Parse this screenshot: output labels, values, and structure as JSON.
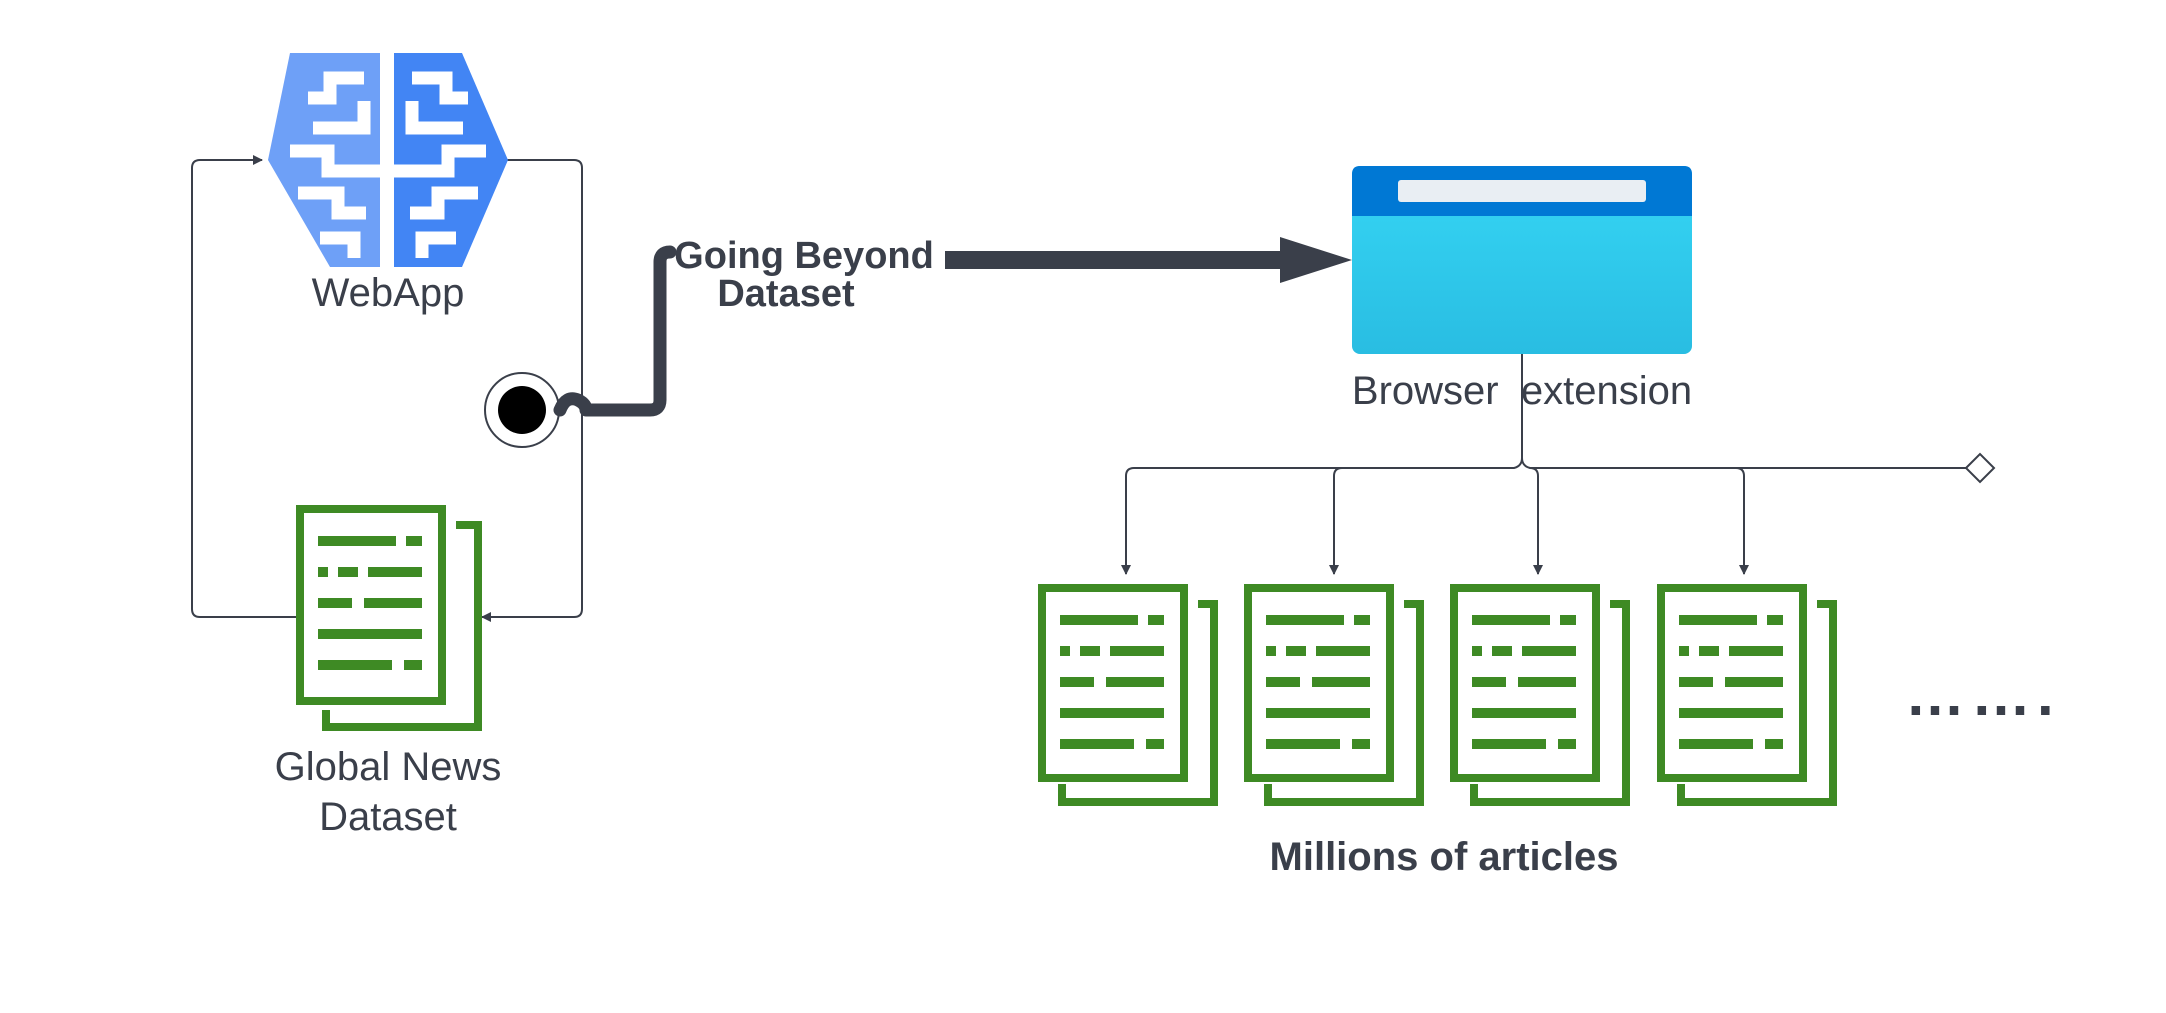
{
  "nodes": {
    "webapp": {
      "label": "WebApp",
      "icon": "brain-ai-icon"
    },
    "dataset": {
      "label_line1": "Global News",
      "label_line2": "Dataset",
      "icon": "stacked-documents-icon"
    },
    "browser": {
      "label": "Browser  extension",
      "icon": "browser-window-icon"
    },
    "articles": {
      "label": "Millions of articles",
      "icon": "stacked-documents-icon",
      "ellipsis": "……."
    }
  },
  "edges": {
    "going_beyond": {
      "label_line1": "Going Beyond",
      "label_line2": "Dataset"
    }
  },
  "colors": {
    "ai_blue_light": "#6ea0f7",
    "ai_blue_dark": "#4285f4",
    "doc_green": "#3e8a24",
    "browser_top": "#0078d4",
    "browser_body": "#32cbef",
    "text": "#3a3f4a",
    "connector": "#3a3f4a",
    "thin_line": "#3a3f4a"
  }
}
